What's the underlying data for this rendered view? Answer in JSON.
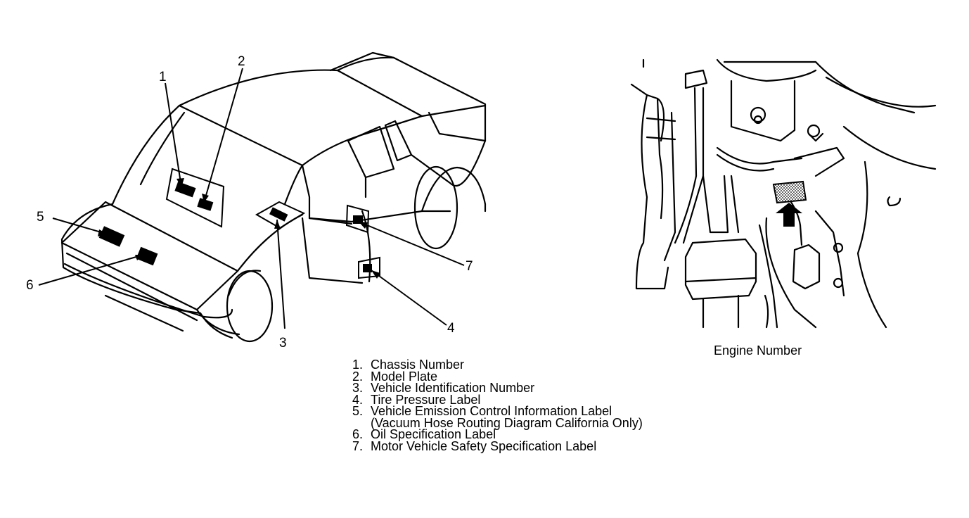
{
  "callouts": [
    "1",
    "2",
    "3",
    "4",
    "5",
    "6",
    "7"
  ],
  "engine_caption": "Engine Number",
  "legend": [
    {
      "num": "1.",
      "text": "Chassis Number"
    },
    {
      "num": "2.",
      "text": "Model Plate"
    },
    {
      "num": "3.",
      "text": "Vehicle Identification Number"
    },
    {
      "num": "4.",
      "text": "Tire Pressure Label"
    },
    {
      "num": "5.",
      "text": "Vehicle Emission Control Information Label"
    },
    {
      "num": "",
      "text": "(Vacuum Hose Routing Diagram California Only)"
    },
    {
      "num": "6.",
      "text": "Oil Specification Label"
    },
    {
      "num": "7.",
      "text": "Motor Vehicle Safety Specification Label"
    }
  ]
}
